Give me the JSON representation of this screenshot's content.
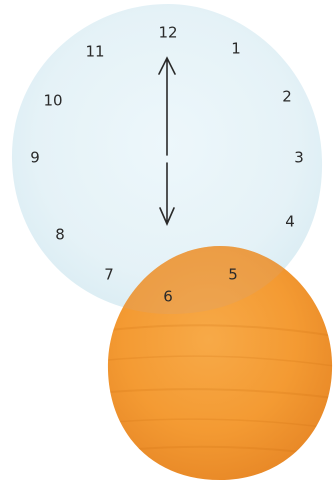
{
  "clock": {
    "numbers": [
      {
        "label": "12"
      },
      {
        "label": "1"
      },
      {
        "label": "2"
      },
      {
        "label": "3"
      },
      {
        "label": "4"
      },
      {
        "label": "5"
      },
      {
        "label": "6"
      },
      {
        "label": "7"
      },
      {
        "label": "8"
      },
      {
        "label": "9"
      },
      {
        "label": "10"
      },
      {
        "label": "11"
      }
    ],
    "hands": {
      "up_hand": "pointing-to-12",
      "down_hand": "pointing-to-6"
    }
  },
  "colors": {
    "clock_face": "#e7f3f8",
    "orange_circle": "#f59a2c",
    "orange_dark": "#e7831b",
    "overlap": "#e89a47",
    "ink": "#2a2a2a"
  }
}
